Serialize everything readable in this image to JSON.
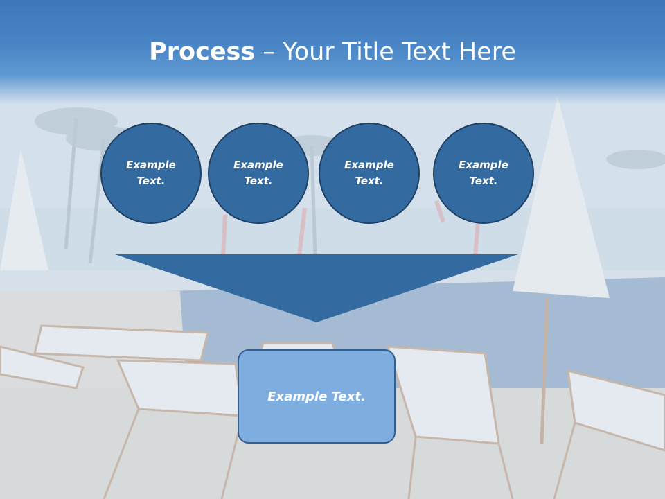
{
  "slide": {
    "title_bold": "Process",
    "title_rest": " – Your Title Text Here"
  },
  "circles": [
    {
      "line1": "Example",
      "line2": "Text."
    },
    {
      "line1": "Example",
      "line2": "Text."
    },
    {
      "line1": "Example",
      "line2": "Text."
    },
    {
      "line1": "Example",
      "line2": "Text."
    }
  ],
  "result": {
    "label": "Example Text."
  },
  "colors": {
    "header": "#4a86c6",
    "circle_fill": "#336a9f",
    "circle_border": "#1f3f63",
    "funnel": "#336a9f",
    "result_fill": "#7eaee0",
    "result_border": "#355e8c"
  }
}
